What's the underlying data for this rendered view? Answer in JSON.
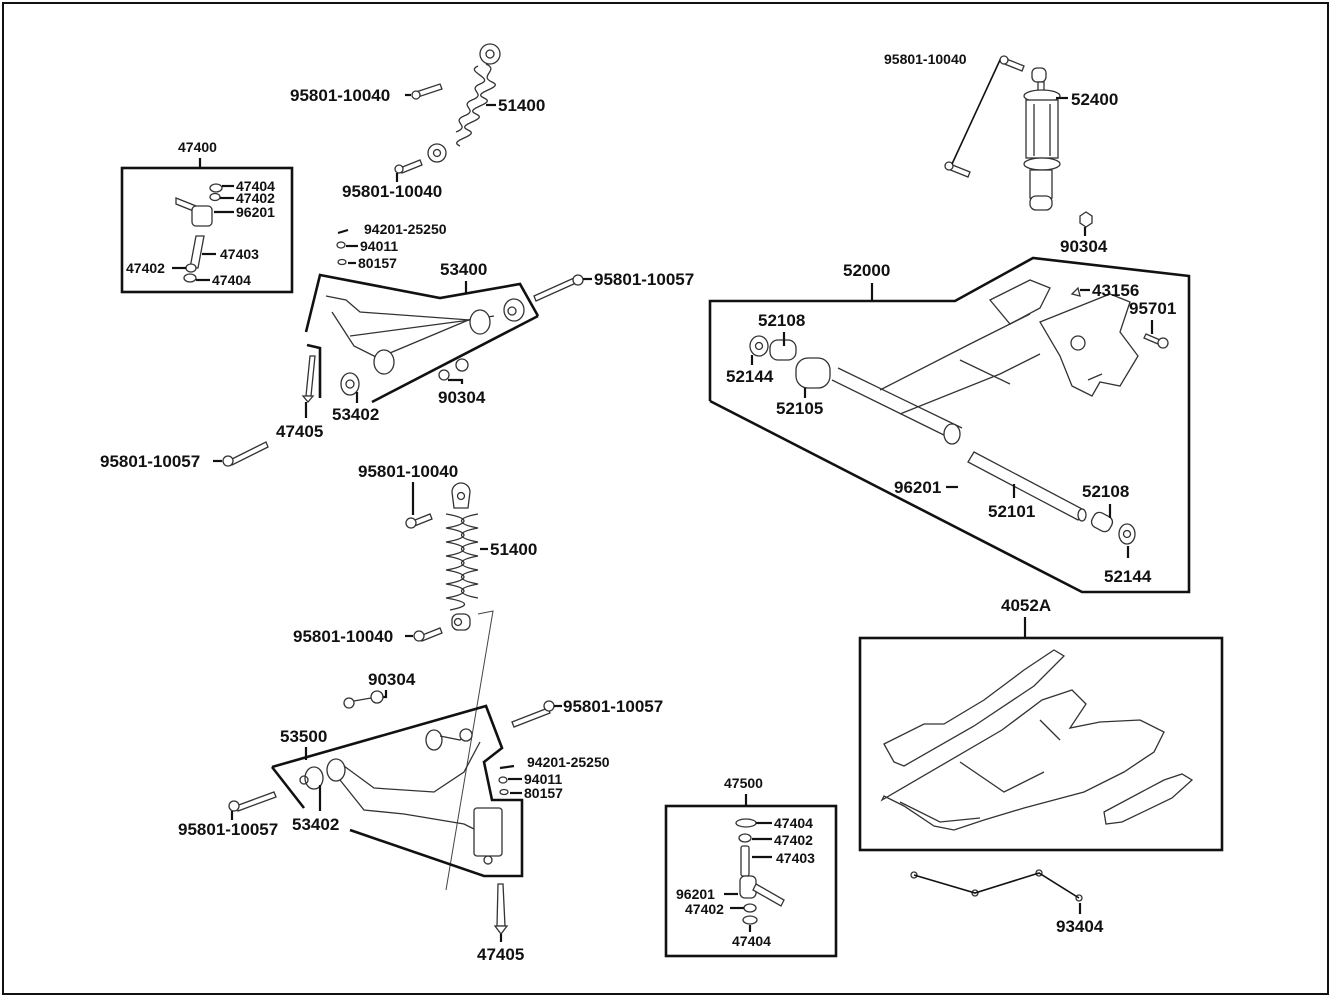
{
  "diagram": {
    "type": "exploded-parts-diagram",
    "subject": "ATV front and rear suspension / swing arm",
    "front_right_upper": {
      "shock_bolt_top": "95801-10040",
      "shock": "51400",
      "shock_bolt_bottom": "95801-10040"
    },
    "knuckle_kit_upper": {
      "assembly": "47400",
      "items": [
        "47404",
        "47402",
        "96201",
        "47403",
        "47402",
        "47404"
      ]
    },
    "upper_arm_1": {
      "cotter_pin": "94201-25250",
      "nut": "94011",
      "washer": "80157",
      "arm": "53400",
      "pivot_bolt": "95801-10057",
      "bushing": "53402",
      "nuts": "90304",
      "ball_joint": "47405",
      "arm_bolt": "95801-10057"
    },
    "front_left": {
      "shock_bolt_top": "95801-10040",
      "shock": "51400",
      "shock_bolt_bottom": "95801-10040",
      "nuts": "90304",
      "pivot_bolt": "95801-10057",
      "arm": "53500",
      "cotter_pin": "94201-25250",
      "nut": "94011",
      "washer": "80157",
      "arm_bolt": "95801-10057",
      "bushing": "53402",
      "ball_joint": "47405"
    },
    "knuckle_kit_lower": {
      "assembly": "47500",
      "items": [
        "47404",
        "47402",
        "47403",
        "96201",
        "47402",
        "47404"
      ]
    },
    "rear_shock": {
      "bolt": "95801-10040",
      "shock": "52400",
      "nut": "90304"
    },
    "swing_arm": {
      "assembly": "52000",
      "clip": "43156",
      "bolt": "95701",
      "bushing_top": "52108",
      "seal_top": "52144",
      "sleeve": "52105",
      "cotter": "96201",
      "axle": "52101",
      "bushing_bottom": "52108",
      "seal_bottom": "52144"
    },
    "frame_plate": {
      "assembly": "4052A",
      "bolts": "93404"
    }
  }
}
